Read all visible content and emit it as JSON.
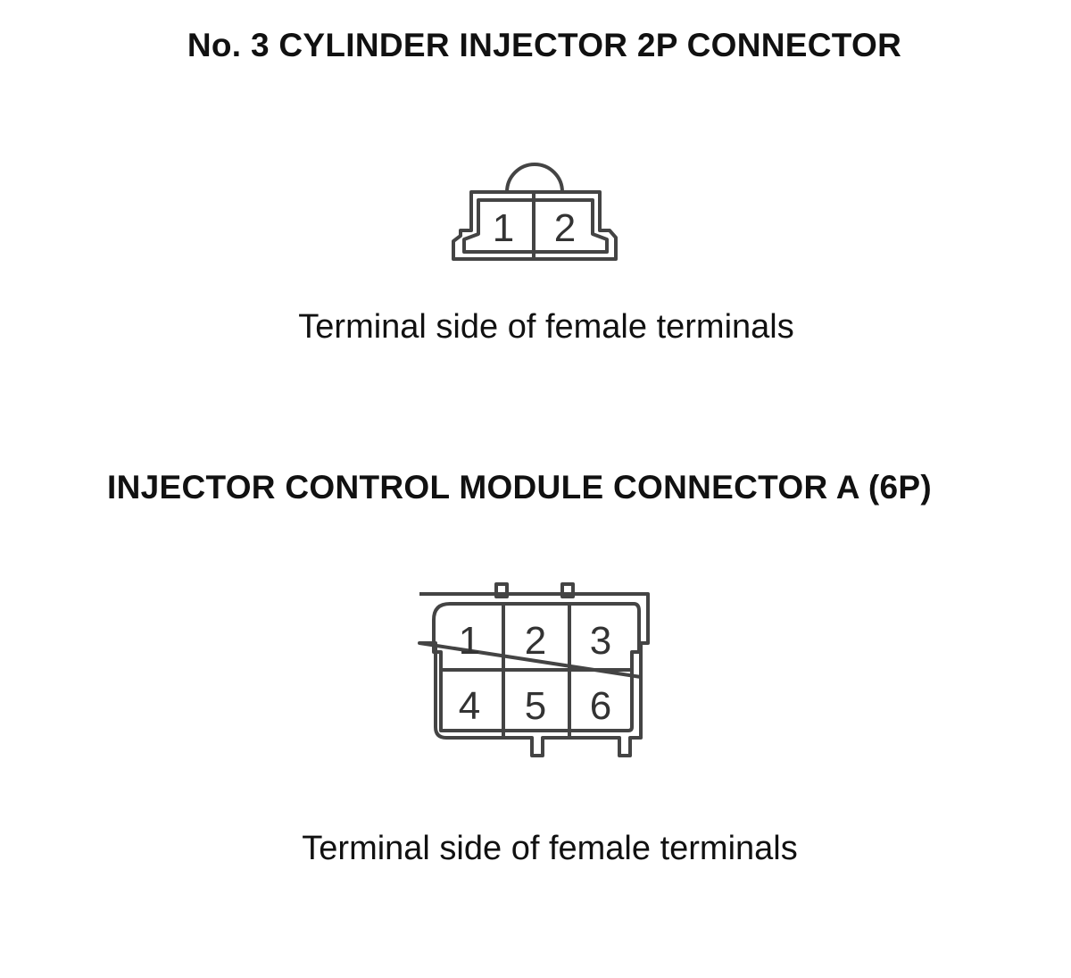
{
  "connectors": [
    {
      "title": "No. 3 CYLINDER INJECTOR 2P CONNECTOR",
      "caption": "Terminal side of female terminals",
      "terminals": [
        "1",
        "2"
      ]
    },
    {
      "title": "INJECTOR CONTROL MODULE CONNECTOR A (6P)",
      "caption": "Terminal side of female terminals",
      "terminals": [
        "1",
        "2",
        "3",
        "4",
        "5",
        "6"
      ]
    }
  ]
}
